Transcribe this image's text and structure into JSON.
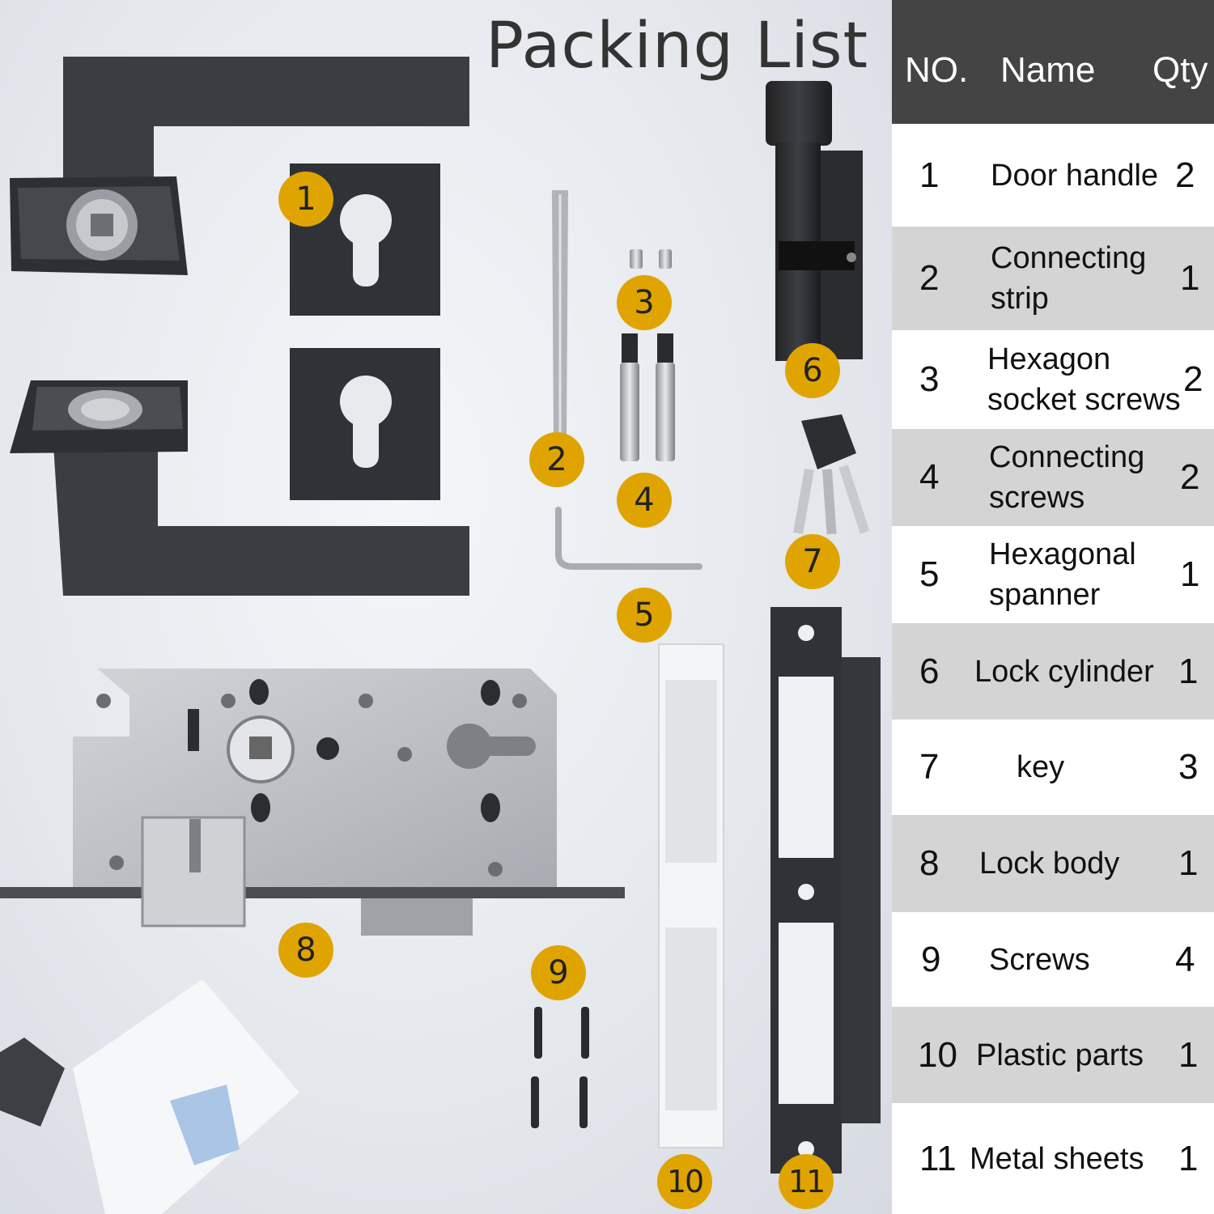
{
  "title": "Packing List",
  "badges": [
    "1",
    "2",
    "3",
    "4",
    "5",
    "6",
    "7",
    "8",
    "9",
    "10",
    "11"
  ],
  "table": {
    "headers": {
      "no": "NO.",
      "name": "Name",
      "qty": "Qty"
    },
    "rows": [
      {
        "no": "1",
        "name": "Door handle",
        "qty": "2"
      },
      {
        "no": "2",
        "name": "Connecting strip",
        "qty": "1"
      },
      {
        "no": "3",
        "name": "Hexagon socket screws",
        "qty": "2"
      },
      {
        "no": "4",
        "name": "Connecting screws",
        "qty": "2"
      },
      {
        "no": "5",
        "name": "Hexagonal spanner",
        "qty": "1"
      },
      {
        "no": "6",
        "name": "Lock cylinder",
        "qty": "1"
      },
      {
        "no": "7",
        "name": "key",
        "qty": "3"
      },
      {
        "no": "8",
        "name": "Lock body",
        "qty": "1"
      },
      {
        "no": "9",
        "name": "Screws",
        "qty": "4"
      },
      {
        "no": "10",
        "name": "Plastic parts",
        "qty": "1"
      },
      {
        "no": "11",
        "name": "Metal sheets",
        "qty": "1"
      }
    ]
  },
  "colors": {
    "badge": "#e0a400",
    "header_bg": "#444444",
    "row_alt": "#d4d4d4",
    "metal_dark": "#3a3d42",
    "steel": "#b9bcc1"
  }
}
